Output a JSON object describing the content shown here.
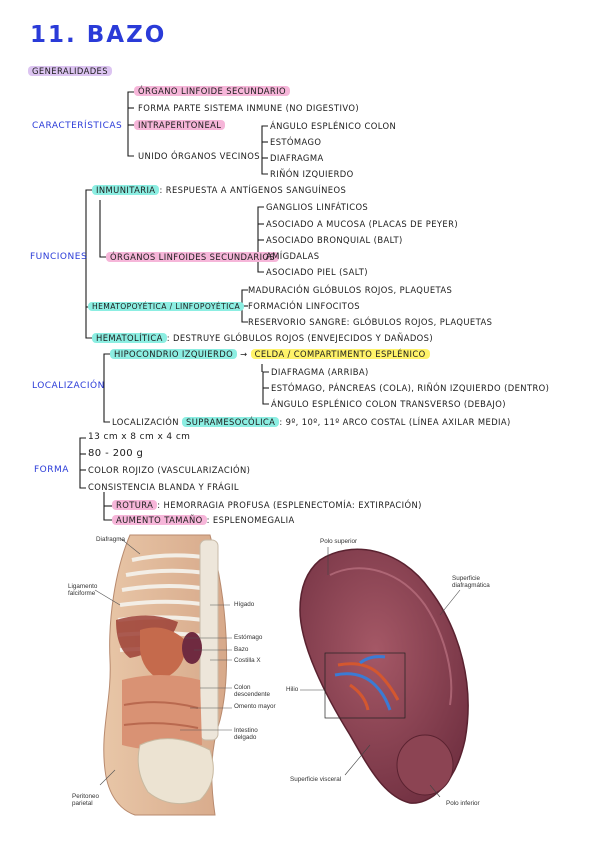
{
  "title": "11. BAZO",
  "generalidades": "GENERALIDADES",
  "caracteristicas": {
    "label": "CARACTERÍSTICAS",
    "items": [
      "ÓRGANO LINFOIDE SECUNDARIO",
      "FORMA PARTE SISTEMA INMUNE (NO DIGESTIVO)",
      "INTRAPERITONEAL",
      "UNIDO ÓRGANOS VECINOS"
    ],
    "vecinos": [
      "ÁNGULO ESPLÉNICO COLON",
      "ESTÓMAGO",
      "DIAFRAGMA",
      "RIÑÓN IZQUIERDO"
    ]
  },
  "funciones": {
    "label": "FUNCIONES",
    "inmunitaria_tag": "INMUNITARIA",
    "inmunitaria_text": ": RESPUESTA A ANTÍGENOS SANGUÍNEOS",
    "organos_tag": "ÓRGANOS LINFOIDES SECUNDARIOS",
    "organos": [
      "GANGLIOS LINFÁTICOS",
      "ASOCIADO A MUCOSA (PLACAS DE PEYER)",
      "ASOCIADO BRONQUIAL (BALT)",
      "AMÍGDALAS",
      "ASOCIADO PIEL (SALT)"
    ],
    "hemato_tag": "HEMATOPOYÉTICA / LINFOPOYÉTICA",
    "hemato": [
      "MADURACIÓN GLÓBULOS ROJOS, PLAQUETAS",
      "FORMACIÓN LINFOCITOS",
      "RESERVORIO SANGRE: GLÓBULOS ROJOS, PLAQUETAS"
    ],
    "hematolitica_tag": "HEMATOLÍTICA",
    "hematolitica_text": ": DESTRUYE GLÓBULOS ROJOS (ENVEJECIDOS Y DAÑADOS)"
  },
  "localizacion": {
    "label": "LOCALIZACIÓN",
    "hipocondrio": "HIPOCONDRIO IZQUIERDO",
    "arrow": "→",
    "celda": "CELDA / COMPARTIMENTO ESPLÉNICO",
    "celda_items": [
      "DIAFRAGMA (ARRIBA)",
      "ESTÓMAGO, PÁNCREAS (COLA), RIÑÓN IZQUIERDO (DENTRO)",
      "ÁNGULO ESPLÉNICO COLON TRANSVERSO (DEBAJO)"
    ],
    "loc_prefix": "LOCALIZACIÓN",
    "loc_tag": "SUPRAMESOCÓLICA",
    "loc_text": ": 9º, 10º, 11º ARCO COSTAL (LÍNEA AXILAR MEDIA)"
  },
  "forma": {
    "label": "FORMA",
    "items": [
      "13 cm x 8 cm x 4 cm",
      "80 - 200 g",
      "COLOR ROJIZO (VASCULARIZACIÓN)",
      "CONSISTENCIA BLANDA Y FRÁGIL"
    ],
    "rotura_tag": "ROTURA",
    "rotura_text": ": HEMORRAGIA PROFUSA (ESPLENECTOMÍA: EXTIRPACIÓN)",
    "aumento_tag": "AUMENTO TAMAÑO",
    "aumento_text": ": ESPLENOMEGALIA"
  },
  "figure_left": {
    "labels": {
      "diafragma": "Diafragma",
      "ligamento": "Ligamento falciforme",
      "higado": "Hígado",
      "estomago": "Estómago",
      "bazo": "Bazo",
      "costilla": "Costilla X",
      "colon": "Colon descendente",
      "omento": "Omento mayor",
      "intestino": "Intestino delgado",
      "peritoneo": "Peritoneo parietal"
    }
  },
  "figure_right": {
    "labels": {
      "polo_superior": "Polo superior",
      "superficie_diafragmatica": "Superficie diafragmática",
      "hilio": "Hilio",
      "superficie_visceral": "Superficie visceral",
      "polo_inferior": "Polo inferior"
    }
  },
  "colors": {
    "blue_ink": "#2a3bd8",
    "pink": "#f6b6d9",
    "purple": "#dcc4f1",
    "teal": "#8ceee2",
    "yellow": "#fff36a",
    "spleen": "#8e4a5a"
  }
}
